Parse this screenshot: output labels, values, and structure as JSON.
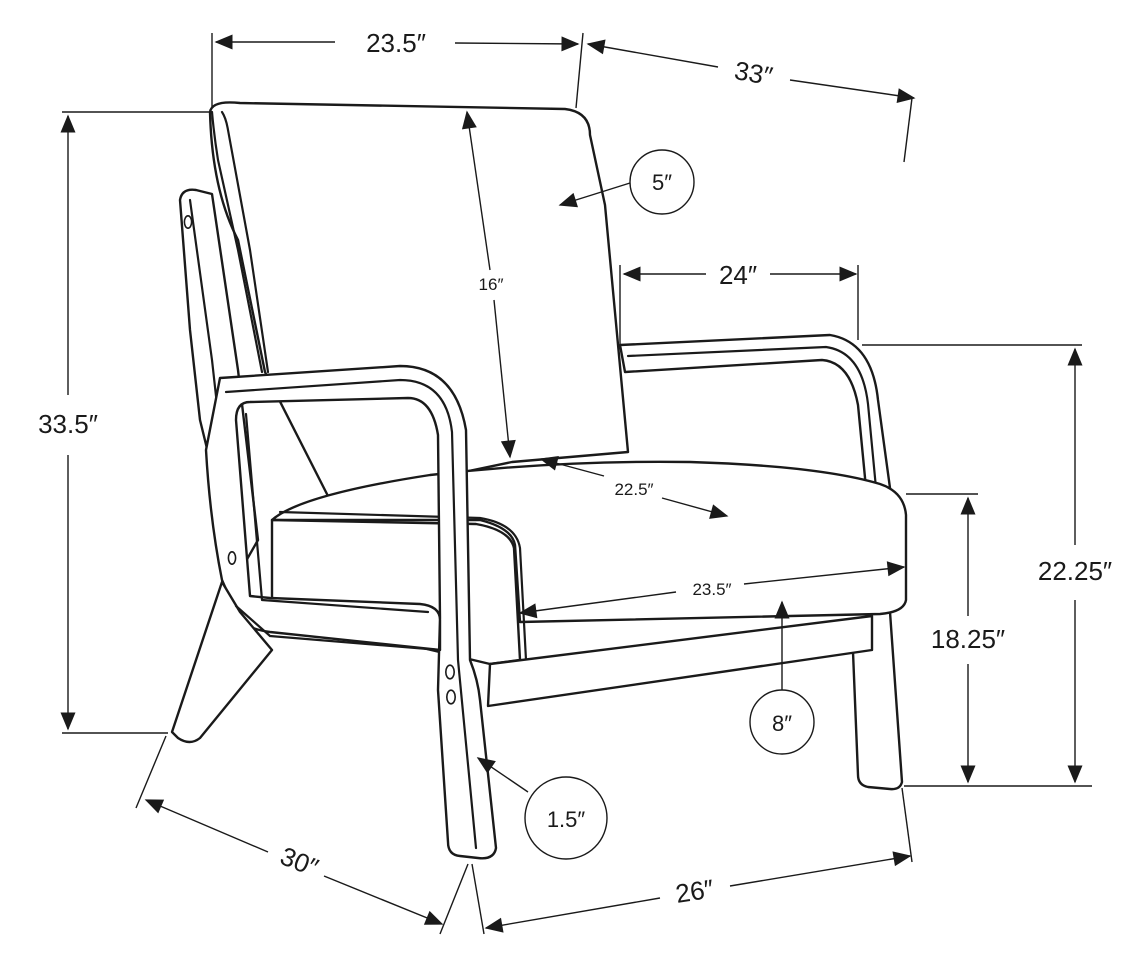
{
  "dimensions": {
    "top_width": "23.5″",
    "top_depth": "33″",
    "back_cushion_thickness": "5″",
    "back_height_inner": "16″",
    "arm_length": "24″",
    "overall_height": "33.5″",
    "seat_depth": "22.5″",
    "seat_width": "23.5″",
    "arm_height": "22.25″",
    "seat_height": "18.25″",
    "seat_thickness": "8″",
    "leg_thickness": "1.5″",
    "side_depth": "30″",
    "front_width": "26″"
  },
  "colors": {
    "line": "#1a1a1a",
    "background": "#ffffff"
  }
}
